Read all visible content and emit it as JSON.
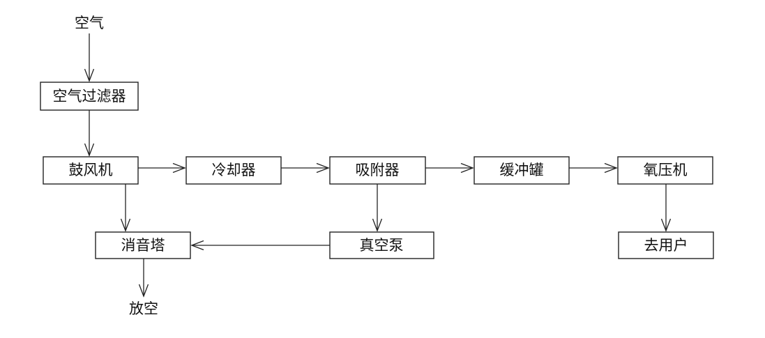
{
  "nodes": {
    "air": "空气",
    "air_filter": "空气过滤器",
    "blower": "鼓风机",
    "cooler": "冷却器",
    "adsorber": "吸附器",
    "buffer_tank": "缓冲罐",
    "oxygen_compressor": "氧压机",
    "muffler_tower": "消音塔",
    "vacuum_pump": "真空泵",
    "to_user": "去用户",
    "vent": "放空"
  },
  "edges": [
    {
      "from": "air",
      "to": "air_filter"
    },
    {
      "from": "air_filter",
      "to": "blower"
    },
    {
      "from": "blower",
      "to": "cooler"
    },
    {
      "from": "cooler",
      "to": "adsorber"
    },
    {
      "from": "adsorber",
      "to": "buffer_tank"
    },
    {
      "from": "buffer_tank",
      "to": "oxygen_compressor"
    },
    {
      "from": "blower",
      "to": "muffler_tower"
    },
    {
      "from": "adsorber",
      "to": "vacuum_pump"
    },
    {
      "from": "vacuum_pump",
      "to": "muffler_tower"
    },
    {
      "from": "oxygen_compressor",
      "to": "to_user"
    },
    {
      "from": "muffler_tower",
      "to": "vent"
    }
  ]
}
